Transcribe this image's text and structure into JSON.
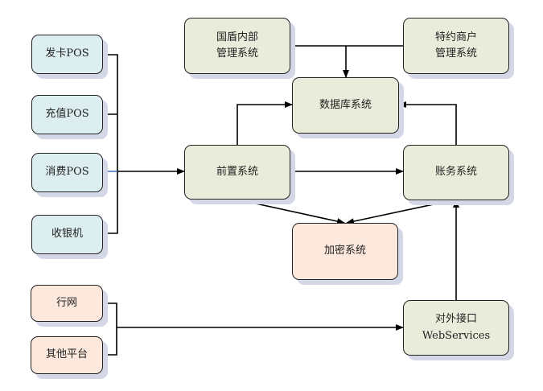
{
  "nodes": {
    "fakapos": "发卡POS",
    "chongzhipos": "充值POS",
    "xiaofeipos": "消费POS",
    "shouyinji": "收银机",
    "hangwang": "行网",
    "qitapingtai": "其他平台",
    "guodun": "国盾内部\n管理系统",
    "teyue": "特约商户\n管理系统",
    "shujuku": "数据库系统",
    "qianzhi": "前置系统",
    "zhangwu": "账务系统",
    "jiami": "加密系统",
    "duiwai": "对外接口\nWebServices"
  },
  "colors": {
    "terminal_fill": "#dceef0",
    "system_fill": "#e9ecda",
    "external_fill": "#fce8dc",
    "shadow": "#d4d7e6",
    "line": "#000000",
    "highlight_line": "#3b6fb6"
  }
}
